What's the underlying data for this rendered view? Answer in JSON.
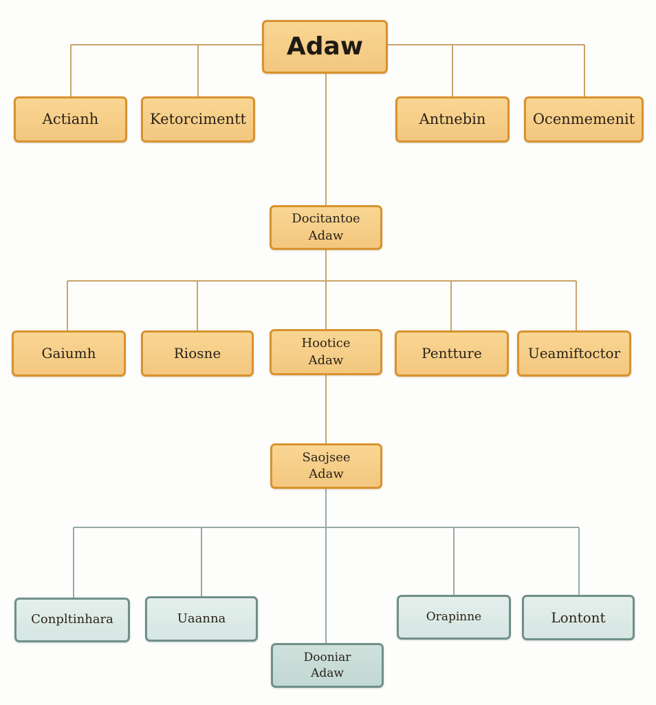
{
  "diagram": {
    "root": {
      "label": "Adaw"
    },
    "level1": [
      {
        "label": "Actianh"
      },
      {
        "label": "Ketorcimentt"
      },
      {
        "label": "Antnebin"
      },
      {
        "label": "Ocenmemenit"
      }
    ],
    "hub1": {
      "line1": "Docitantoe",
      "line2": "Adaw"
    },
    "level2": [
      {
        "label": "Gaiumh"
      },
      {
        "label": "Riosne"
      },
      {
        "line1": "Hootice",
        "line2": "Adaw"
      },
      {
        "label": "Pentture"
      },
      {
        "label": "Ueamiftoctor"
      }
    ],
    "hub2": {
      "line1": "Saojsee",
      "line2": "Adaw"
    },
    "level3": [
      {
        "label": "Conpltinhara"
      },
      {
        "label": "Uaanna"
      },
      {
        "line1": "Dooniar",
        "line2": "Adaw"
      },
      {
        "label": "Orapinne"
      },
      {
        "label": "Lontont"
      }
    ]
  },
  "colors": {
    "gold_fill": "#f6cd86",
    "gold_border": "#d8922e",
    "gold_line": "#c9a468",
    "teal_fill": "#dbe9e5",
    "teal_border": "#6f8f8a",
    "teal_line": "#93aaa5"
  }
}
